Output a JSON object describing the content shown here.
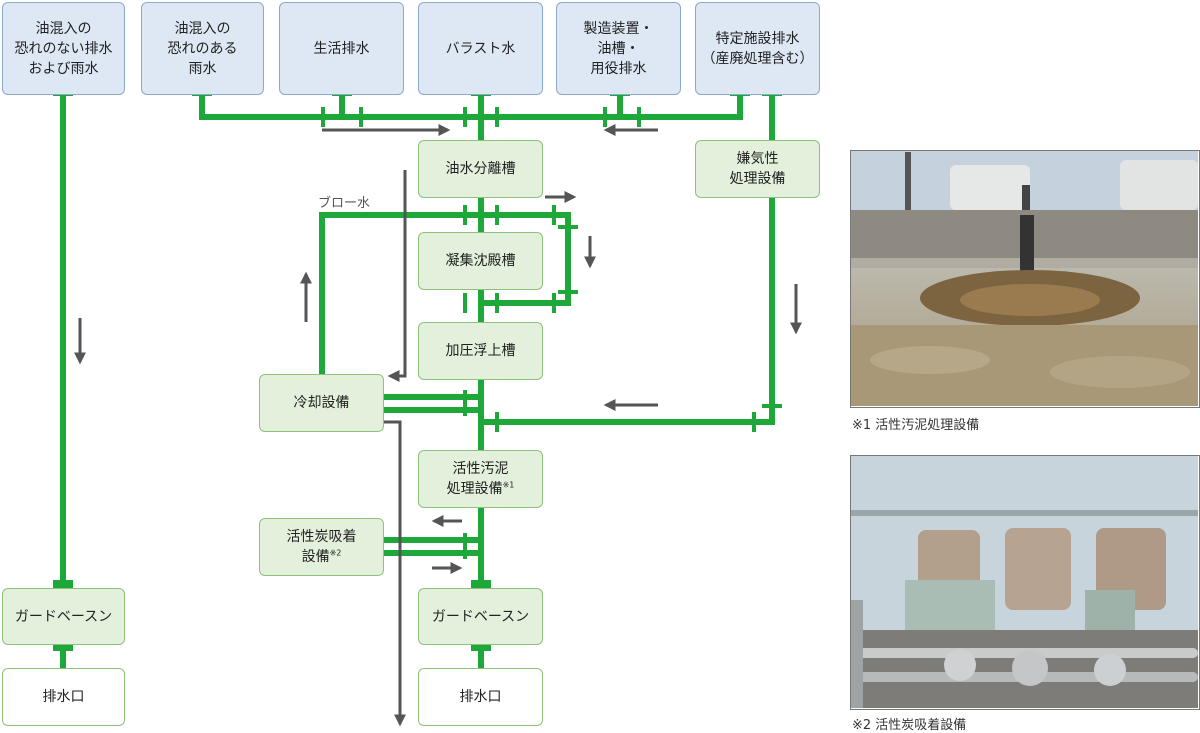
{
  "sources": {
    "oil_free": "油混入の\n恐れのない排水\nおよび雨水",
    "oil_rain": "油混入の\n恐れのある\n雨水",
    "domestic": "生活排水",
    "ballast": "バラスト水",
    "process": "製造装置・\n油槽・\n用役排水",
    "specified": "特定施設排水\n（産廃処理含む）"
  },
  "processes": {
    "oil_separator": "油水分離槽",
    "coagulation": "凝集沈殿槽",
    "flotation": "加圧浮上槽",
    "activated_sludge": "活性汚泥\n処理設備",
    "activated_sludge_mark": "※1",
    "anaerobic": "嫌気性\n処理設備",
    "cooling": "冷却設備",
    "carbon": "活性炭吸着\n設備",
    "carbon_mark": "※2",
    "guard_left": "ガードベースン",
    "guard_center": "ガードベースン"
  },
  "outlets": {
    "left": "排水口",
    "center": "排水口"
  },
  "labels": {
    "blow_water": "ブロー水"
  },
  "captions": {
    "photo1": "※1 活性汚泥処理設備",
    "photo2": "※2 活性炭吸着設備"
  },
  "colors": {
    "pipe": "#1fa83a",
    "arrow": "#555555",
    "source_fill": "#dde8f4",
    "process_fill": "#e3f1dc"
  }
}
